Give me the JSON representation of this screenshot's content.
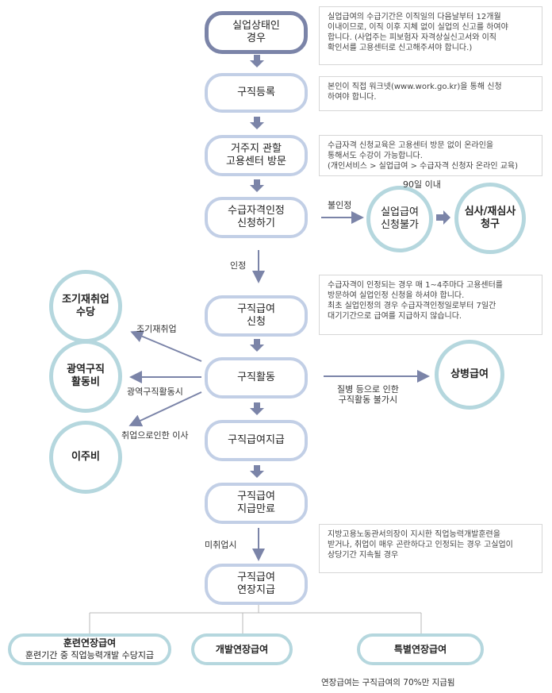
{
  "steps": {
    "s1": [
      "실업상태인",
      "경우"
    ],
    "s2": [
      "구직등록"
    ],
    "s3": [
      "거주지 관할",
      "고용센터 방문"
    ],
    "s4": [
      "수급자격인정",
      "신청하기"
    ],
    "s5": [
      "구직급여",
      "신청"
    ],
    "s6": [
      "구직활동"
    ],
    "s7": [
      "구직급여지급"
    ],
    "s8": [
      "구직급여",
      "지급만료"
    ],
    "s9": [
      "구직급여",
      "연장지급"
    ]
  },
  "circles": {
    "denied": [
      "실업급여",
      "신청불가"
    ],
    "review": [
      "심사/재심사",
      "청구"
    ],
    "early": [
      "조기재취업",
      "수당"
    ],
    "wide": [
      "광역구직",
      "활동비"
    ],
    "move": [
      "이주비"
    ],
    "sick": [
      "상병급여"
    ]
  },
  "notes": {
    "n1": [
      "실업급여의 수급기간은 이직일의 다음날부터 12개월",
      "이내이므로, 이직 이후 지체 없이 실업의 신고를 하여야",
      "합니다. (사업주는 피보험자 자격상실신고서와 이직",
      "확인서를 고용센터로 신고해주셔야 합니다.)"
    ],
    "n2": [
      "본인이 직접 워크넷(www.work.go.kr)을 통해 신청",
      "하여야 합니다."
    ],
    "n3": [
      "수급자격 신청교육은 고용센터 방문 없이 온라인을",
      "통해서도 수강이 가능합니다.",
      "(개인서비스 > 실업급여 > 수급자격 신청자 온라인 교육)"
    ],
    "n4": [
      "수급자격이 인정되는 경우 매 1~4주마다 고용센터를",
      "방문하여 실업인정 신청을 하셔야 합니다.",
      "최초 실업인정의 경우 수급자격인정일로부터 7일간",
      "대기기간으로 급여를 지급하지 않습니다."
    ],
    "n5": [
      "지방고용노동관서의장이 지시한 직업능력개발훈련을",
      "받거나, 취업이 매우 곤란하다고 인정되는 경우 고실업이",
      "상당기간 지속될 경우"
    ]
  },
  "labels": {
    "not_approved": "불인정",
    "days90": "90일 이내",
    "approved": "인정",
    "early_job": "조기재취업",
    "wide_search": "광역구직활동시",
    "move_job": "취업으로인한 이사",
    "sick": [
      "질병 등으로 인한",
      "구직활동 불가시"
    ],
    "not_hired": "미취업시"
  },
  "bottoms": {
    "b1": {
      "title": "훈련연장급여",
      "sub": "훈련기간 중 직업능력개발 수당지급"
    },
    "b2": {
      "title": "개발연장급여"
    },
    "b3": {
      "title": "특별연장급여"
    }
  },
  "footnote": "연장급여는 구직급여의 70%만 지급됨",
  "colors": {
    "pill_border": "#c2cfe6",
    "start_border": "#7b84a8",
    "circle_border": "#b5d7de",
    "arrow": "#7b84a8"
  }
}
